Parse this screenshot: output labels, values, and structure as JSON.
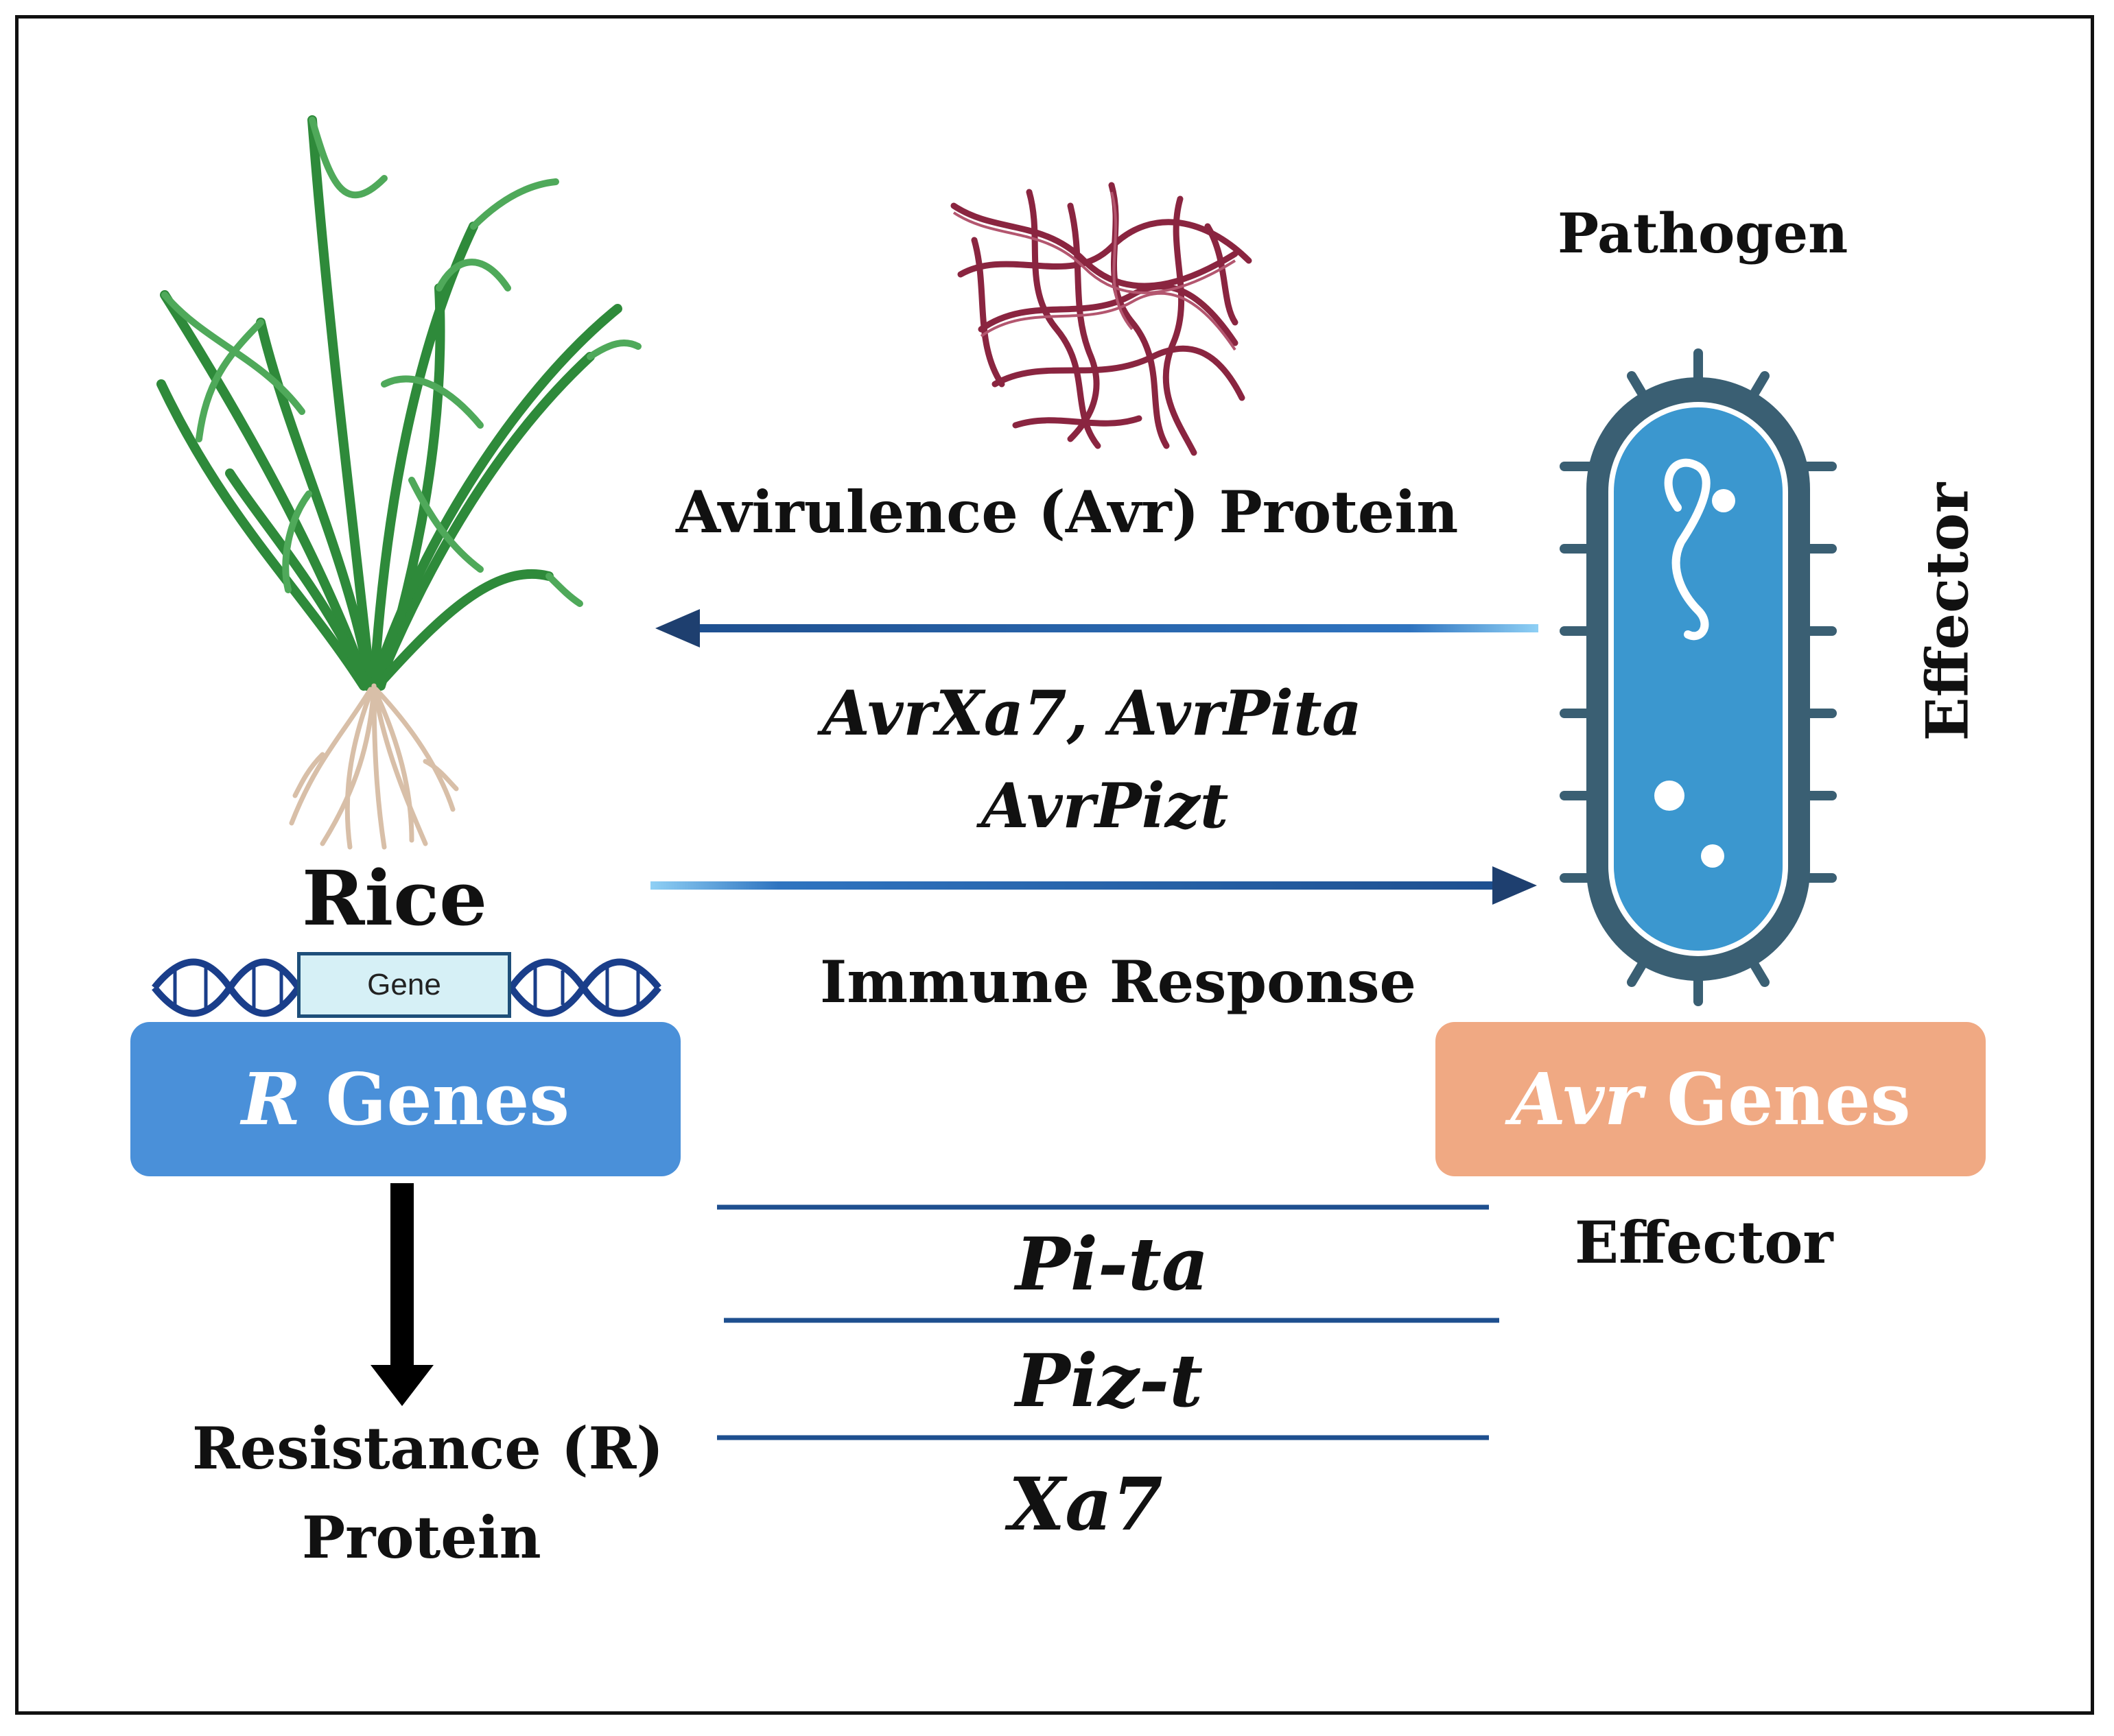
{
  "labels": {
    "pathogen": "Pathogen",
    "avr_protein": "Avirulence  (Avr) Protein",
    "effector_vertical": "Effector",
    "avr_effectors_line1": "AvrXa7, AvrPita",
    "avr_effectors_line2": "AvrPizt",
    "rice": "Rice",
    "immune_response": "Immune Response",
    "gene": "Gene",
    "r_genes_italic": "R",
    "r_genes_text": " Genes",
    "avr_genes_italic": "Avr",
    "avr_genes_text": " Genes",
    "effector": "Effector",
    "resistance_line1": "Resistance (R)",
    "resistance_line2": "Protein",
    "r_gene_pairs": [
      "Pi-ta",
      "Piz-t",
      "Xa7"
    ]
  },
  "colors": {
    "r_genes_box": "#4a90d9",
    "avr_genes_box": "#f0a983",
    "bacterium_body": "#3a5f73",
    "bacterium_inner": "#3b97cf",
    "arrow_blue": "#1e4f8f",
    "protein": "#8a2540",
    "plant_green": "#2e8a3a",
    "roots": "#d8bfa8",
    "dna": "#1a3e8a"
  },
  "icons": {
    "plant": "rice-plant-icon",
    "protein": "protein-strands-icon",
    "bacterium": "bacterium-icon",
    "dna": "dna-helix-icon"
  }
}
